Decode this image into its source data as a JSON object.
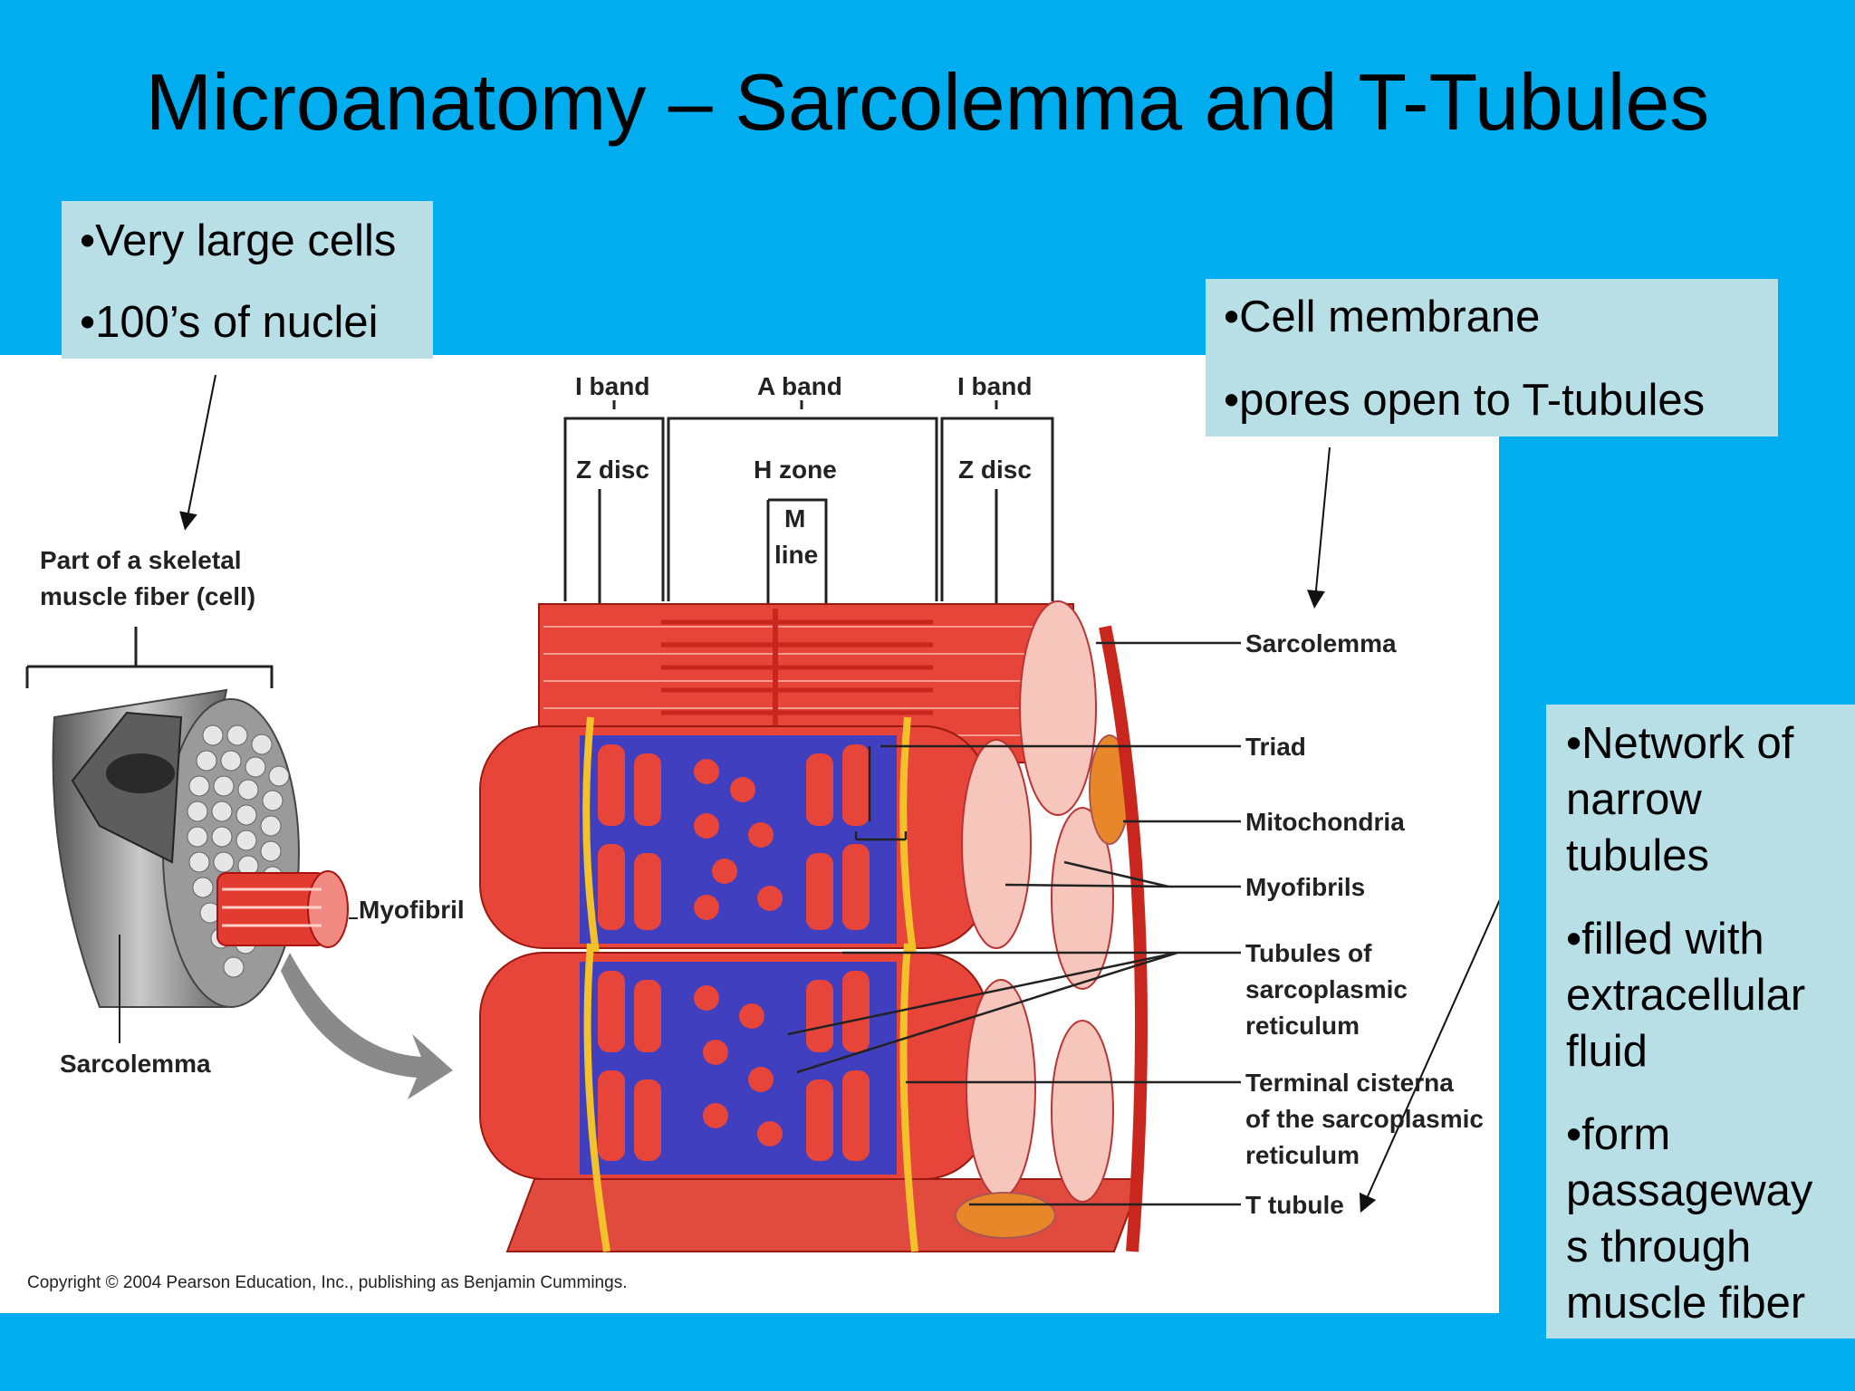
{
  "slide": {
    "title": "Microanatomy – Sarcolemma and T-Tubules",
    "colors": {
      "background": "#00aeef",
      "callout": "#b9dfe6",
      "muscle_red": "#e8453a",
      "tubule_blue": "#3a3ab8"
    }
  },
  "callouts": {
    "cells": {
      "bullet1": "•Very large cells",
      "bullet2": "•100’s of nuclei"
    },
    "membrane": {
      "bullet1": "•Cell membrane",
      "bullet2": "•pores open to T-tubules"
    },
    "tubules": {
      "b1_l1": "•Network of",
      "b1_l2": "narrow",
      "b1_l3": "tubules",
      "b2_l1": "•filled with",
      "b2_l2": "extracellular",
      "b2_l3": "fluid",
      "b3_l1": "•form",
      "b3_l2": "passageway",
      "b3_l3": "s through",
      "b3_l4": "muscle fiber"
    }
  },
  "diagram": {
    "fiber_label_1": "Part of a skeletal",
    "fiber_label_2": "muscle fiber (cell)",
    "myofibril_label": "Myofibril",
    "sarcolemma_left_label": "Sarcolemma",
    "i_band_left": "I band",
    "a_band": "A band",
    "i_band_right": "I band",
    "z_disc_left": "Z disc",
    "h_zone": "H zone",
    "m_line_1": "M",
    "m_line_2": "line",
    "z_disc_right": "Z disc",
    "sarcolemma_label": "Sarcolemma",
    "triad_label": "Triad",
    "mitochondria_label": "Mitochondria",
    "myofibrils_label": "Myofibrils",
    "tubules_sr_1": "Tubules of",
    "tubules_sr_2": "sarcoplasmic",
    "tubules_sr_3": "reticulum",
    "terminal_1": "Terminal cisterna",
    "terminal_2": "of the sarcoplasmic",
    "terminal_3": "reticulum",
    "t_tubule_label": "T tubule",
    "copyright": "Copyright © 2004 Pearson Education, Inc., publishing as Benjamin Cummings."
  }
}
